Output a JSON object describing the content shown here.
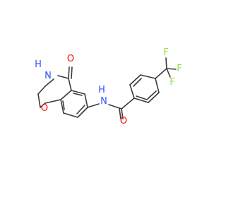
{
  "molecule": {
    "atoms": {
      "oxygen_ketone": "O",
      "amide_nh_ring": "H",
      "amide_n_ring": "N",
      "ring_oxygen": "O",
      "amide_nh_link": "H",
      "amide_n_link": "N",
      "oxygen_amide": "O",
      "fluorine_top": "F",
      "fluorine_right": "F",
      "fluorine_lower": "F"
    },
    "colors": {
      "bond": "#3a3a3a",
      "oxygen": "#ff0d0d",
      "nitrogen": "#3050f8",
      "fluorine": "#90e050",
      "background": "#ffffff"
    }
  }
}
